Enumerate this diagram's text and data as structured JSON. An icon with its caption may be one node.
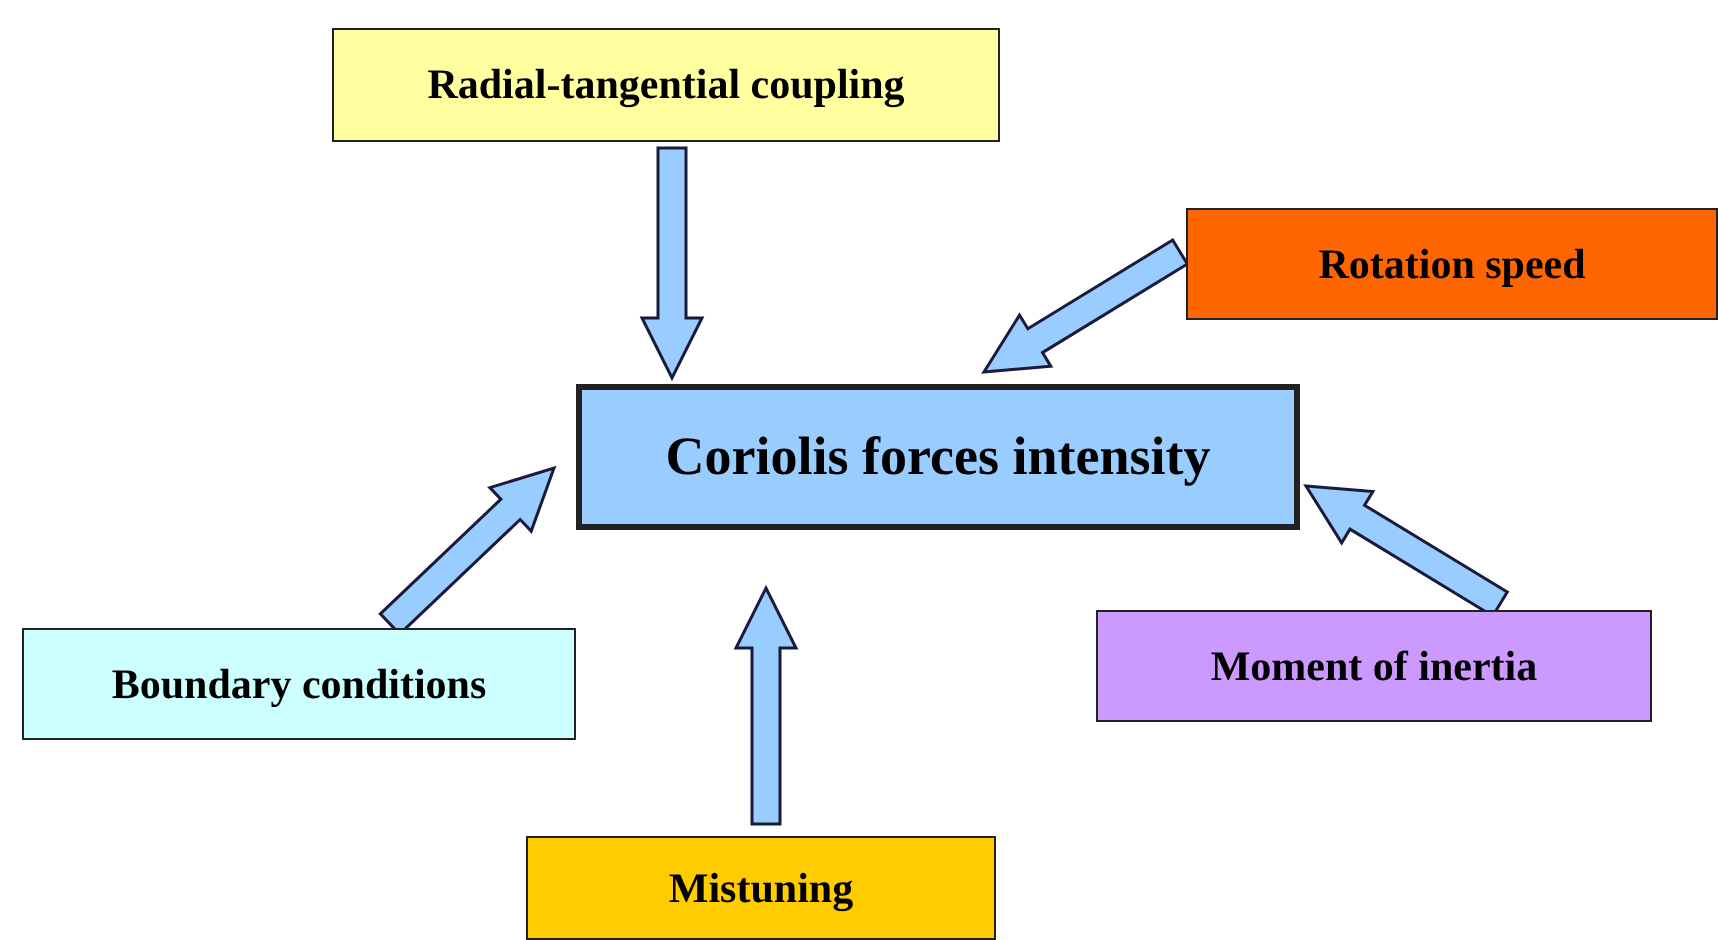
{
  "diagram": {
    "nodes": [
      {
        "text": [
          "Radial-tangential coupling"
        ]
      },
      {
        "text": [
          "Rotation speed"
        ]
      },
      {
        "text": [
          "Coriolis forces intensity"
        ]
      },
      {
        "text": [
          "Boundary conditions"
        ]
      },
      {
        "text": [
          "Moment of inertia"
        ]
      },
      {
        "text": [
          "Mistuning"
        ]
      }
    ],
    "edges": [
      {
        "from": 0,
        "to": 2,
        "arrow": "to"
      },
      {
        "from": 1,
        "to": 2,
        "arrow": "to"
      },
      {
        "from": 3,
        "to": 2,
        "arrow": "to"
      },
      {
        "from": 4,
        "to": 2,
        "arrow": "to"
      },
      {
        "from": 5,
        "to": 2,
        "arrow": "to"
      }
    ]
  }
}
